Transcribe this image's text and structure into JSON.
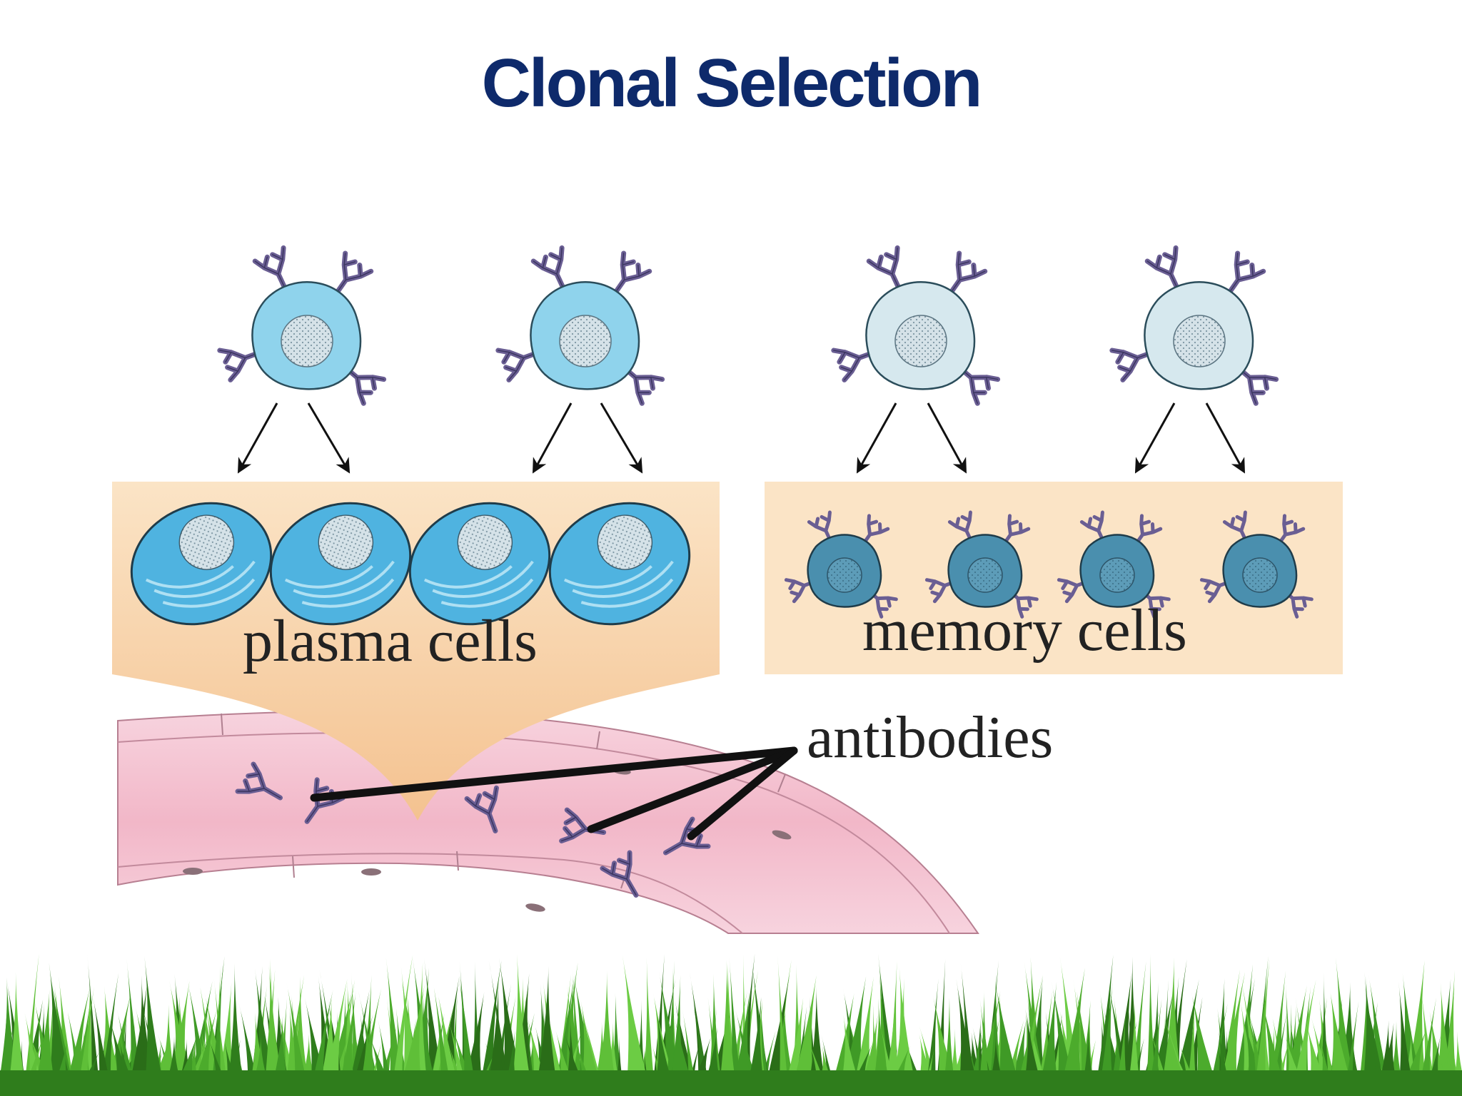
{
  "slide": {
    "title": "Clonal Selection"
  },
  "labels": {
    "plasma_cells": "plasma cells",
    "memory_cells": "memory cells",
    "antibodies": "antibodies"
  },
  "colors": {
    "title": "#0e2a6b",
    "b_cell_fill": "#8fd3ec",
    "memory_parent_fill": "#d6e8ee",
    "plasma_fill": "#4fb3e0",
    "memory_cell_fill": "#4a8fae",
    "panel_fill": "#fbe4c6",
    "vessel_fill": "#f6c9d6",
    "antibody_color": "#6a5e93",
    "grass_color": "#3f9a26"
  }
}
